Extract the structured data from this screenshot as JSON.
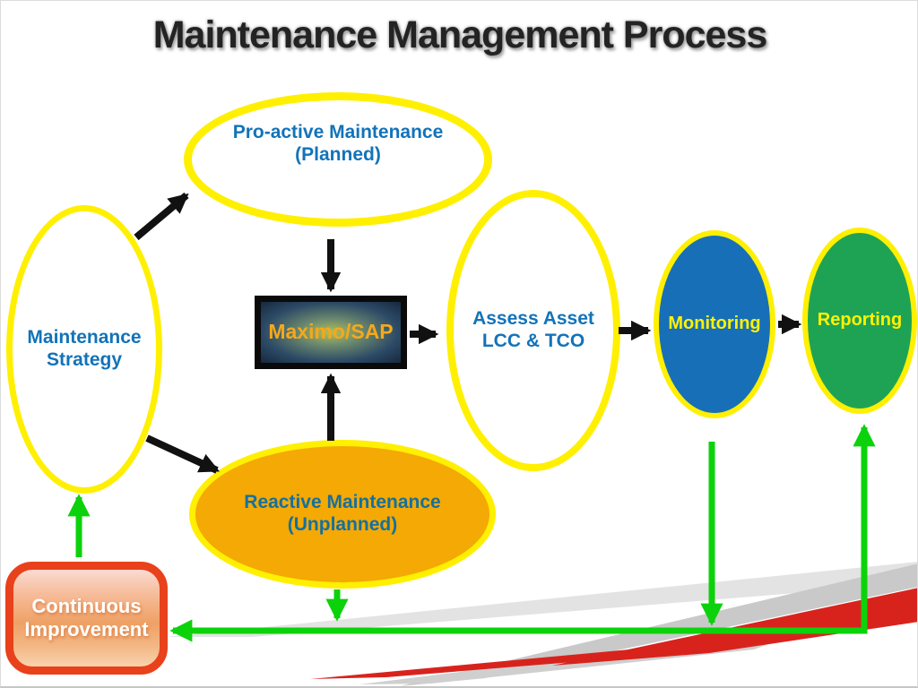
{
  "slide": {
    "title": "Maintenance Management Process"
  },
  "nodes": {
    "proactive": {
      "line1": "Pro-active Maintenance",
      "line2": "(Planned)"
    },
    "strategy": {
      "line1": "Maintenance",
      "line2": "Strategy"
    },
    "maximo": {
      "label": "Maximo/SAP"
    },
    "assess": {
      "line1": "Assess Asset",
      "line2": "LCC & TCO"
    },
    "monitoring": {
      "label": "Monitoring"
    },
    "reporting": {
      "label": "Reporting"
    },
    "reactive": {
      "line1": "Reactive Maintenance",
      "line2": "(Unplanned)"
    },
    "continuous_improvement": {
      "line1": "Continuous",
      "line2": "Improvement"
    }
  },
  "colors": {
    "ellipse_outline_yellow": "#ffef00",
    "node_text_blue": "#1273b9",
    "node_text_yellow": "#fff200",
    "monitoring_fill": "#176fb8",
    "reporting_fill": "#1ea355",
    "reactive_fill": "#f4a904",
    "maximo_text_orange": "#f5a81c",
    "ci_border_red": "#e8411b",
    "black_arrow": "#111111",
    "green_arrow": "#0cd20c",
    "swoosh_red": "#d8231d",
    "swoosh_gray": "#c9c9c9"
  },
  "connections": {
    "black_arrows": [
      {
        "from": "Maintenance Strategy",
        "to": "Pro-active Maintenance (Planned)"
      },
      {
        "from": "Pro-active Maintenance (Planned)",
        "to": "Maximo/SAP"
      },
      {
        "from": "Reactive Maintenance (Unplanned)",
        "to": "Maximo/SAP"
      },
      {
        "from": "Maximo/SAP",
        "to": "Assess Asset LCC & TCO"
      },
      {
        "from": "Assess Asset LCC & TCO",
        "to": "Monitoring"
      },
      {
        "from": "Monitoring",
        "to": "Reporting"
      },
      {
        "from": "Maintenance Strategy",
        "to": "Reactive Maintenance (Unplanned)"
      }
    ],
    "green_arrows": [
      {
        "from": "Continuous Improvement",
        "to": "Maintenance Strategy"
      },
      {
        "from": "Reactive Maintenance (Unplanned)",
        "to": "feedback line"
      },
      {
        "from": "Monitoring",
        "to": "feedback line"
      },
      {
        "from": "feedback line",
        "to": "Reporting"
      },
      {
        "from": "feedback line",
        "to": "Continuous Improvement"
      }
    ]
  }
}
